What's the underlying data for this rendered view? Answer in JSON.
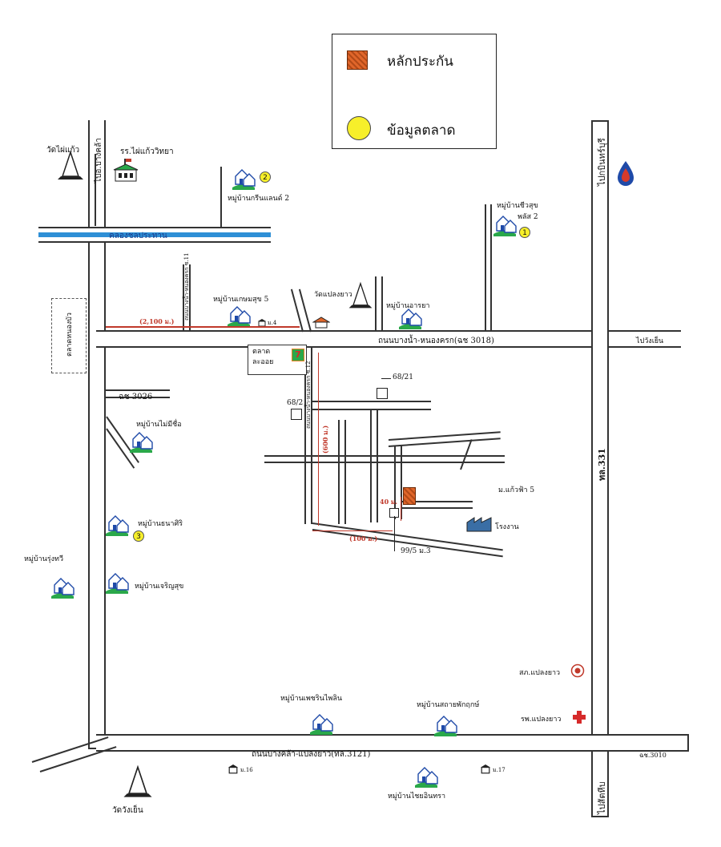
{
  "legend": {
    "collateral_label": "หลักประกัน",
    "market_data_label": "ข้อมูลตลาด"
  },
  "landmarks": {
    "wat_phai_kaeo": "วัดไผ่แก้ว",
    "to_bang_kla": "ไปอ.บางคล้า",
    "school": "รร.ไผ่แก้ววิทยา",
    "green_land_2": "หมู่บ้านกรีนแลนด์ 2",
    "canal": "คลองชลประทาน",
    "chiwasuk_plus_2": "หมู่บ้านชีวสุข\nพลัส 2",
    "to_kabin_buri": "ไปกบินทร์บุรี",
    "road_side_1": "ถนนบางน้ำ-หนองครก ซ.11",
    "kasemsuk_5": "หมู่บ้านเกษมสุข 5",
    "wat_plaeng_yao": "วัดแปลงยาว",
    "amaraya": "หมู่บ้านอารยา",
    "moo_4": "ม.4",
    "dist_2100": "(2,100 ม.)",
    "main_road_north": "ถนนบางน้ำ-หนองครก(ฉช 3018)",
    "to_wang_yen": "ไปวังเย็น",
    "side_box": "ตลาดหนองบัว",
    "market_name": "ตลาด\nละออย",
    "soi_12": "ถนนบางน้ำ-หนองครก ซ.12",
    "dist_600": "(600 ม.)",
    "plot_6821": "68/21",
    "plot_682": "68/2",
    "chor_3026": "ฉช 3026",
    "mai_mee_chue": "หมู่บ้านไม่มีชื่อ",
    "road_331": "ทล.331",
    "kaeofa_5": "ม.แก้วฟ้า 5",
    "dist_40": "40 ม.",
    "factory": "โรงงาน",
    "dist_100": "(100 ม.)",
    "plot_995": "99/5 ม.3",
    "thanasiri": "หมู่บ้านธนาศิริ",
    "rungthawee": "หมู่บ้านรุ่งทวี",
    "charoensuk": "หมู่บ้านเจริญสุข",
    "police": "สภ.แปลงยาว",
    "phet_in_phalin": "หมู่บ้านเพชรินไพลิน",
    "sathaya": "หมู่บ้านสถายพักฤกษ์",
    "hospital": "รพ.แปลงยาว",
    "main_road_south": "ถนนบางคล้า-แปลงยาว(ทล.3121)",
    "chor_3010": "ฉช.3010",
    "moo_16": "ม.16",
    "moo_17": "ม.17",
    "chai_inthra": "หมู่บ้านไชยอินทรา",
    "wat_wang_yen": "วัดวังเย็น",
    "to_sattahip": "ไปสัตหีบ",
    "seven_eleven": "7"
  },
  "markers": {
    "m1": "1",
    "m2": "2",
    "m3": "3"
  },
  "colors": {
    "market_marker": "#f7ef2a",
    "collateral": "#e0662a",
    "distance": "#c0392b",
    "canal": "#2e8fd6"
  }
}
